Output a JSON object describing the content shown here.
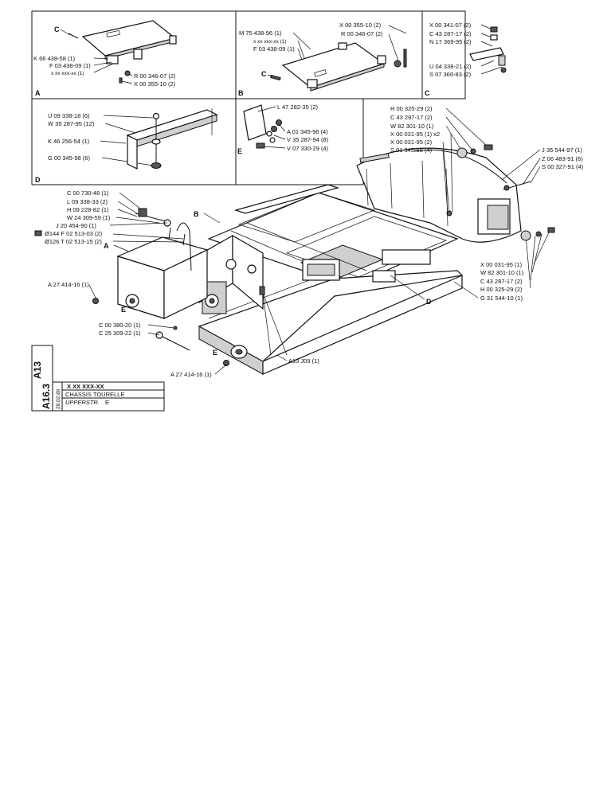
{
  "panels": {
    "A": {
      "letter": "A",
      "callouts": [
        "C",
        "K 66 438-58 (1)",
        "F 03 438-09 (1)",
        "x xx xxx-xx (1)",
        "R 00 346-07 (2)",
        "X 00 355-10 (2)"
      ]
    },
    "B": {
      "letter": "B",
      "callouts": [
        "M 75 438-96 (1)",
        "x xx xxx-xx (1)",
        "F 03 438-09 (1)",
        "X 00 355-10 (2)",
        "R 00 346-07 (2)",
        "C"
      ]
    },
    "C": {
      "letter": "C",
      "callouts": [
        "X 00 341-07 (2)",
        "C 43 287-17 (2)",
        "N 17 369-95 (2)",
        "U 04 338-21 (2)",
        "S 07 366-83 (2)"
      ]
    },
    "D": {
      "letter": "D",
      "callouts": [
        "U 09 338-18 (6)",
        "W 35 287-95 (12)",
        "K 46 256-54 (1)",
        "G 00 345-98 (6)"
      ]
    },
    "E": {
      "letter": "E",
      "callouts": [
        "L 47 282-35 (2)",
        "A 01 345-96 (4)",
        "V 35 287-94 (8)",
        "V 07 330-29 (4)"
      ]
    }
  },
  "main": {
    "callouts_top_right": [
      "H 00 325-29 (2)",
      "C 43 287-17 (2)",
      "W 82 301-10 (1)",
      "X 00 031-95 (1) x2",
      "X 00 031-95 (2)",
      "S 01 345-66 (4)"
    ],
    "callouts_far_right": [
      "J 35 544-97 (1)",
      "Z 06 483-91 (6)",
      "S 00 327-91 (4)"
    ],
    "callouts_right_lower": [
      "X 00 031-95 (1)",
      "W 82 301-10 (1)",
      "C 43 287-17 (2)",
      "H 00 325-29 (2)",
      "G 31 544-10 (1)"
    ],
    "callouts_left": [
      "C 00 730-48 (1)",
      "L 09 338-33 (2)",
      "H 09 228-82 (1)",
      "W 24 309-59 (1)",
      "J 20 454-90 (1)",
      "Ø144 F 02 513-03 (2)",
      "Ø126 T 02 513-15 (2)"
    ],
    "callout_a_left": "A 27 414-16 (1)",
    "callout_a_bottom": "A 27 414-16 (1)",
    "callouts_pin": [
      "C 00 380-20 (1)",
      "C 25 309-22 (1)"
    ],
    "callout_ref": "A13 J09 (1)",
    "letters": {
      "a": "A",
      "b": "B",
      "d": "D",
      "e1": "E",
      "e2": "E"
    }
  },
  "title_block": {
    "code_line1": "A13",
    "code_line2": "A16.3",
    "date": "28.02.86",
    "part_code": "X XX XXX-XX",
    "title_fr": "CHASSIS TOURELLE",
    "title_de": "UPPERSTR.",
    "title_suffix": "E"
  }
}
